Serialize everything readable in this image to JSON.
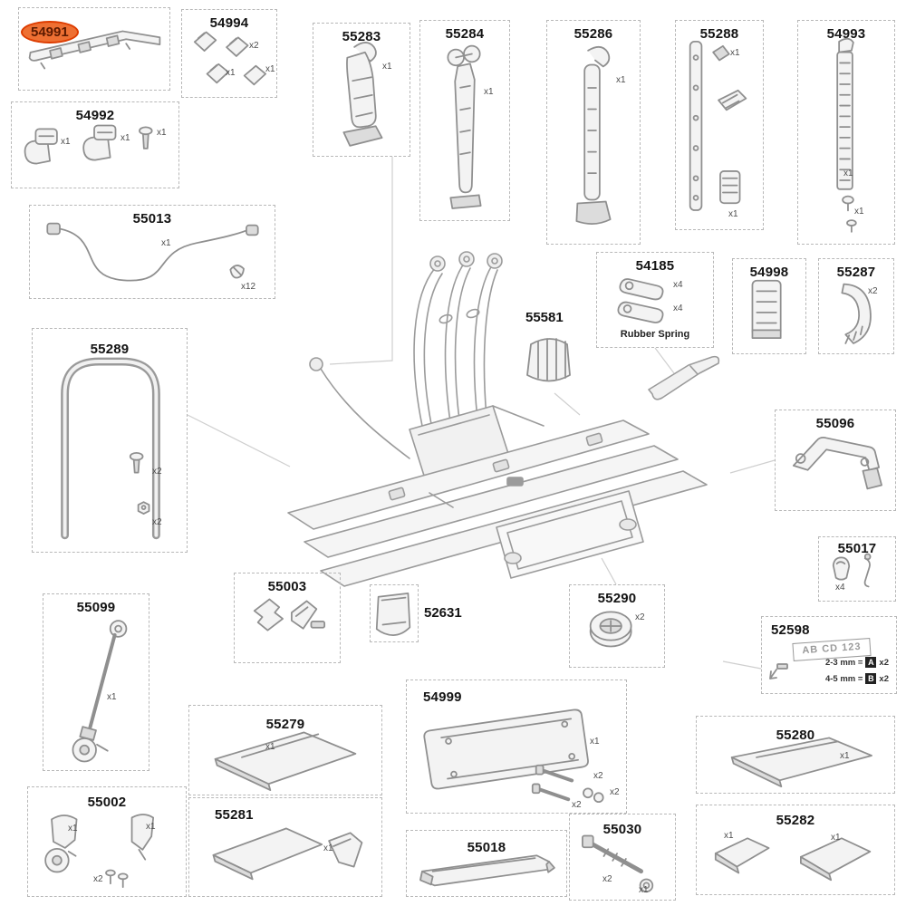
{
  "diagram": {
    "highlighted_part": "54991",
    "highlight_colors": {
      "fill": "#ee7033",
      "border": "#dd3c00",
      "text": "#5c1a00"
    }
  },
  "parts": [
    {
      "number": "54991",
      "qty": []
    },
    {
      "number": "54994",
      "qty": [
        "x2",
        "x1",
        "x1"
      ]
    },
    {
      "number": "55283",
      "qty": [
        "x1"
      ]
    },
    {
      "number": "55284",
      "qty": [
        "x1"
      ]
    },
    {
      "number": "55286",
      "qty": [
        "x1"
      ]
    },
    {
      "number": "55288",
      "qty": [
        "x1",
        "x1"
      ]
    },
    {
      "number": "54993",
      "qty": [
        "x1",
        "x1"
      ]
    },
    {
      "number": "54992",
      "qty": [
        "x1",
        "x1",
        "x1"
      ]
    },
    {
      "number": "55013",
      "qty": [
        "x1",
        "x12"
      ]
    },
    {
      "number": "54185",
      "qty": [
        "x4",
        "x4"
      ],
      "note": "Rubber Spring"
    },
    {
      "number": "54998",
      "qty": []
    },
    {
      "number": "55287",
      "qty": [
        "x2"
      ]
    },
    {
      "number": "55581",
      "qty": []
    },
    {
      "number": "55289",
      "qty": [
        "x2",
        "x2"
      ]
    },
    {
      "number": "55096",
      "qty": []
    },
    {
      "number": "55017",
      "qty": [
        "x4"
      ]
    },
    {
      "number": "55099",
      "qty": [
        "x1"
      ]
    },
    {
      "number": "55003",
      "qty": []
    },
    {
      "number": "52631",
      "qty": []
    },
    {
      "number": "55290",
      "qty": [
        "x2"
      ]
    },
    {
      "number": "52598",
      "qty": [],
      "plate_text": "AB CD 123",
      "rows": [
        {
          "label": "2-3 mm =",
          "code": "A",
          "qty": "x2"
        },
        {
          "label": "4-5 mm =",
          "code": "B",
          "qty": "x2"
        }
      ]
    },
    {
      "number": "55279",
      "qty": [
        "x1"
      ]
    },
    {
      "number": "54999",
      "qty": [
        "x1",
        "x2",
        "x2",
        "x2"
      ]
    },
    {
      "number": "55280",
      "qty": [
        "x1"
      ]
    },
    {
      "number": "55282",
      "qty": [
        "x1",
        "x1"
      ]
    },
    {
      "number": "55002",
      "qty": [
        "x1",
        "x1",
        "x2"
      ]
    },
    {
      "number": "55281",
      "qty": [
        "x1"
      ]
    },
    {
      "number": "55018",
      "qty": []
    },
    {
      "number": "55030",
      "qty": [
        "x2",
        "x1"
      ]
    }
  ]
}
